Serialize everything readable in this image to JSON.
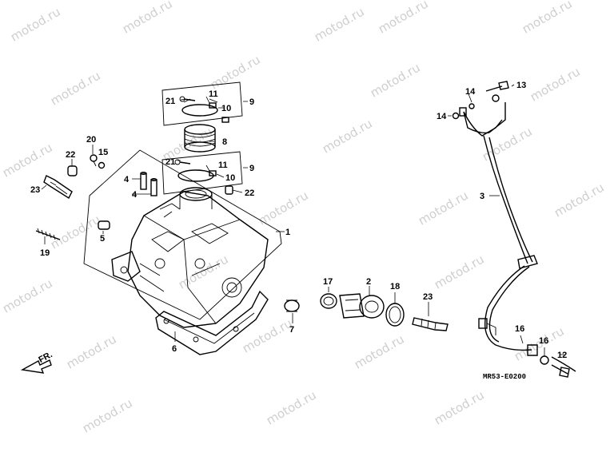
{
  "watermark": "motod.ru",
  "diagram_code": "MR53-E0200",
  "front_marker": "FR.",
  "labels": {
    "l1": "1",
    "l2": "2",
    "l3": "3",
    "l4a": "4",
    "l4b": "4",
    "l5": "5",
    "l6": "6",
    "l7": "7",
    "l8": "8",
    "l9a": "9",
    "l9b": "9",
    "l10a": "10",
    "l10b": "10",
    "l11a": "11",
    "l11b": "11",
    "l12": "12",
    "l13": "13",
    "l14a": "14",
    "l14b": "14",
    "l15": "15",
    "l16a": "16",
    "l16b": "16",
    "l17": "17",
    "l18": "18",
    "l19": "19",
    "l20": "20",
    "l21a": "21",
    "l21b": "21",
    "l22a": "22",
    "l22b": "22",
    "l23a": "23",
    "l23b": "23"
  }
}
